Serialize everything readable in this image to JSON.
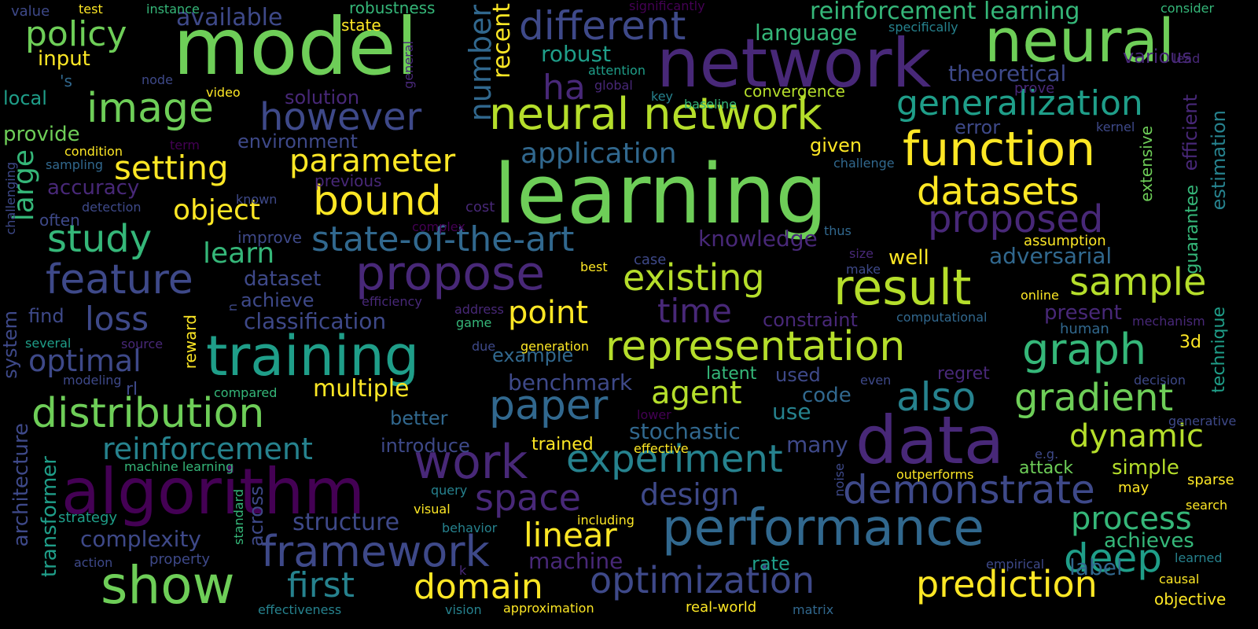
{
  "palette": {
    "c1": "#fde725",
    "c2": "#b5de2b",
    "c3": "#6ece58",
    "c4": "#35b779",
    "c5": "#1f9e89",
    "c6": "#26828e",
    "c7": "#31688e",
    "c8": "#3e4989",
    "c9": "#482878",
    "c10": "#440154"
  },
  "words": [
    {
      "text": "learning"
    },
    {
      "text": "model"
    },
    {
      "text": "network"
    },
    {
      "text": "neural"
    },
    {
      "text": "data"
    },
    {
      "text": "algorithm"
    },
    {
      "text": "training"
    },
    {
      "text": "performance"
    },
    {
      "text": "neural network"
    },
    {
      "text": "propose"
    },
    {
      "text": "show"
    },
    {
      "text": "function"
    },
    {
      "text": "representation"
    },
    {
      "text": "result"
    },
    {
      "text": "different"
    },
    {
      "text": "optimization"
    },
    {
      "text": "framework"
    },
    {
      "text": "distribution"
    },
    {
      "text": "work"
    },
    {
      "text": "demonstrate"
    },
    {
      "text": "graph"
    },
    {
      "text": "paper"
    },
    {
      "text": "prediction"
    },
    {
      "text": "generalization"
    },
    {
      "text": "gradient"
    },
    {
      "text": "state-of-the-art"
    },
    {
      "text": "experiment"
    },
    {
      "text": "image"
    },
    {
      "text": "feature"
    },
    {
      "text": "datasets"
    },
    {
      "text": "proposed"
    },
    {
      "text": "however"
    },
    {
      "text": "existing"
    },
    {
      "text": "sample"
    },
    {
      "text": "deep"
    },
    {
      "text": "also"
    },
    {
      "text": "policy"
    },
    {
      "text": "bound"
    },
    {
      "text": "setting"
    },
    {
      "text": "study"
    },
    {
      "text": "space"
    },
    {
      "text": "first"
    },
    {
      "text": "domain"
    },
    {
      "text": "reinforcement"
    },
    {
      "text": "process"
    },
    {
      "text": "dynamic"
    },
    {
      "text": "agent"
    },
    {
      "text": "parameter"
    },
    {
      "text": "time"
    },
    {
      "text": "number"
    },
    {
      "text": "linear"
    },
    {
      "text": "large"
    },
    {
      "text": "ha"
    },
    {
      "text": "application"
    },
    {
      "text": "design"
    },
    {
      "text": "optimal"
    },
    {
      "text": "loss"
    },
    {
      "text": "point"
    },
    {
      "text": "object"
    },
    {
      "text": "learn"
    },
    {
      "text": "reinforcement learning"
    },
    {
      "text": "multiple"
    },
    {
      "text": "structure"
    },
    {
      "text": "complexity"
    },
    {
      "text": "stochastic"
    },
    {
      "text": "knowledge"
    },
    {
      "text": "adversarial"
    },
    {
      "text": "recent"
    },
    {
      "text": "machine"
    },
    {
      "text": "classification"
    },
    {
      "text": "benchmark"
    },
    {
      "text": "theoretical"
    },
    {
      "text": "language"
    },
    {
      "text": "robust"
    },
    {
      "text": "available"
    },
    {
      "text": "efficient"
    },
    {
      "text": "estimation"
    },
    {
      "text": "achieves"
    },
    {
      "text": "across"
    },
    {
      "text": "transformer"
    },
    {
      "text": "architecture"
    },
    {
      "text": "system"
    },
    {
      "text": "dataset"
    },
    {
      "text": "environment"
    },
    {
      "text": "accuracy"
    },
    {
      "text": "introduce"
    },
    {
      "text": "better"
    },
    {
      "text": "present"
    },
    {
      "text": "example"
    },
    {
      "text": "error"
    },
    {
      "text": "code"
    },
    {
      "text": "used"
    },
    {
      "text": "many"
    },
    {
      "text": "use"
    },
    {
      "text": "label"
    },
    {
      "text": "rate"
    },
    {
      "text": "solution"
    },
    {
      "text": "achieve"
    },
    {
      "text": "constraint"
    },
    {
      "text": "input"
    },
    {
      "text": "provide"
    },
    {
      "text": "local"
    },
    {
      "text": "find"
    },
    {
      "text": "reward"
    },
    {
      "text": "simple"
    },
    {
      "text": "well"
    },
    {
      "text": "given"
    },
    {
      "text": "rl"
    },
    {
      "text": "various"
    },
    {
      "text": "guarantee"
    },
    {
      "text": "technique"
    },
    {
      "text": "regret"
    },
    {
      "text": "trained"
    },
    {
      "text": "latent"
    },
    {
      "text": "attack"
    },
    {
      "text": "3d"
    },
    {
      "text": "extensive"
    },
    {
      "text": "improve"
    },
    {
      "text": "previous"
    },
    {
      "text": "robustness"
    },
    {
      "text": "convergence"
    },
    {
      "text": "state"
    },
    {
      "text": "'s"
    },
    {
      "text": "often"
    },
    {
      "text": "strategy"
    },
    {
      "text": "property"
    },
    {
      "text": "human"
    },
    {
      "text": "cost"
    },
    {
      "text": "case"
    },
    {
      "text": "known"
    },
    {
      "text": "detection"
    },
    {
      "text": "sampling"
    },
    {
      "text": "condition"
    },
    {
      "text": "several"
    },
    {
      "text": "modeling"
    },
    {
      "text": "compared"
    },
    {
      "text": "machine learning"
    },
    {
      "text": "standard"
    },
    {
      "text": "query"
    },
    {
      "text": "visual"
    },
    {
      "text": "behavior"
    },
    {
      "text": "including"
    },
    {
      "text": "action"
    },
    {
      "text": "effectiveness"
    },
    {
      "text": "vision"
    },
    {
      "text": "approximation"
    },
    {
      "text": "real-world"
    },
    {
      "text": "matrix"
    },
    {
      "text": "empirical"
    },
    {
      "text": "causal"
    },
    {
      "text": "objective"
    },
    {
      "text": "learned"
    },
    {
      "text": "outperforms"
    },
    {
      "text": "noise"
    },
    {
      "text": "even"
    },
    {
      "text": "lower"
    },
    {
      "text": "effective"
    },
    {
      "text": "generative"
    },
    {
      "text": "e.g."
    },
    {
      "text": "sparse"
    },
    {
      "text": "search"
    },
    {
      "text": "may"
    },
    {
      "text": "decision"
    },
    {
      "text": "online"
    },
    {
      "text": "computational"
    },
    {
      "text": "mechanism"
    },
    {
      "text": "make"
    },
    {
      "text": "size"
    },
    {
      "text": "assumption"
    },
    {
      "text": "thus"
    },
    {
      "text": "challenge"
    },
    {
      "text": "kernel"
    },
    {
      "text": "prove"
    },
    {
      "text": "lead"
    },
    {
      "text": "consider"
    },
    {
      "text": "specifically"
    },
    {
      "text": "significantly"
    },
    {
      "text": "key"
    },
    {
      "text": "baseline"
    },
    {
      "text": "global"
    },
    {
      "text": "attention"
    },
    {
      "text": "video"
    },
    {
      "text": "node"
    },
    {
      "text": "general"
    },
    {
      "text": "test"
    },
    {
      "text": "value"
    },
    {
      "text": "instance"
    },
    {
      "text": "term"
    },
    {
      "text": "challenging"
    },
    {
      "text": "complex"
    },
    {
      "text": "best"
    },
    {
      "text": "efficiency"
    },
    {
      "text": "address"
    },
    {
      "text": "game"
    },
    {
      "text": "due"
    },
    {
      "text": "generation"
    },
    {
      "text": "source"
    },
    {
      "text": "n"
    },
    {
      "text": "k"
    }
  ]
}
